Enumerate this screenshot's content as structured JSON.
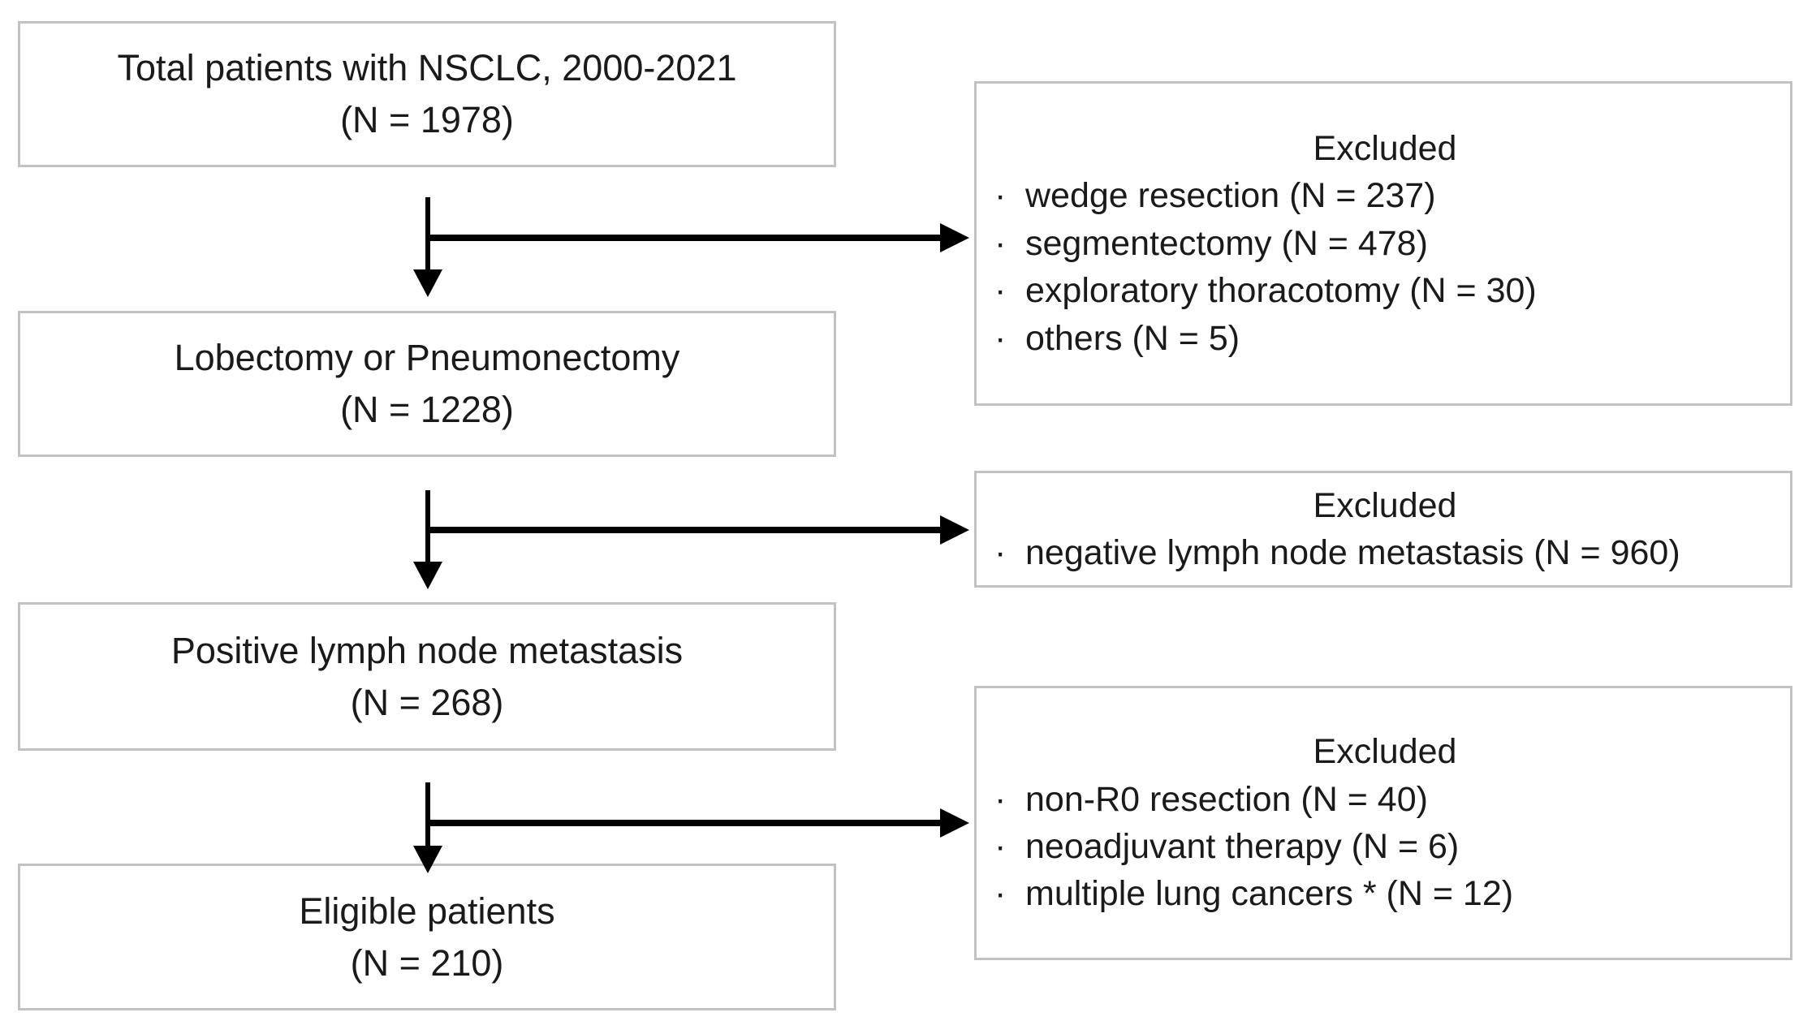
{
  "bullet": "·",
  "flow": {
    "steps": [
      {
        "label": "Total patients with NSCLC, 2000-2021",
        "count": "(N = 1978)"
      },
      {
        "label": "Lobectomy or Pneumonectomy",
        "count": "(N = 1228)"
      },
      {
        "label": "Positive lymph node metastasis",
        "count": "(N = 268)"
      },
      {
        "label": "Eligible patients",
        "count": "(N = 210)"
      }
    ],
    "exclusions": [
      {
        "title": "Excluded",
        "items": [
          "wedge resection (N = 237)",
          "segmentectomy (N = 478)",
          "exploratory thoracotomy (N = 30)",
          "others (N = 5)"
        ]
      },
      {
        "title": "Excluded",
        "items": [
          "negative lymph node metastasis (N = 960)"
        ]
      },
      {
        "title": "Excluded",
        "items": [
          "non-R0 resection (N = 40)",
          "neoadjuvant therapy (N = 6)",
          "multiple lung cancers * (N = 12)"
        ]
      }
    ]
  },
  "colors": {
    "background": "#ffffff",
    "box_border": "#c2c2c2",
    "text": "#1a1a1a",
    "arrow": "#000000"
  }
}
